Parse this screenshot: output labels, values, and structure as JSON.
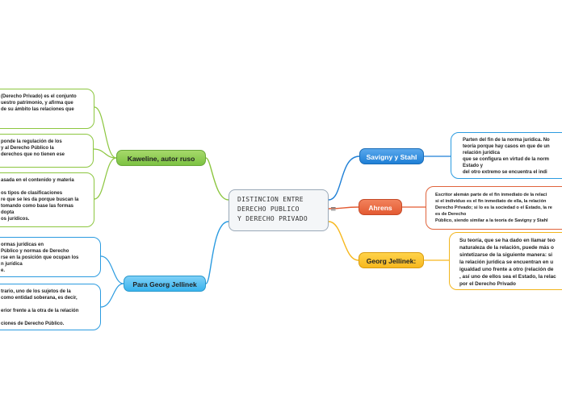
{
  "central": {
    "lines": [
      "DISTINCION ENTRE",
      "DERECHO PUBLICO",
      "Y DERECHO PRIVADO"
    ],
    "menu_glyph": "≡"
  },
  "topics": {
    "kaweline": "Kaweline, autor ruso",
    "georg_left": "Para Georg Jellinek",
    "savigny": "Savigny y Stahl",
    "ahrens": "Ahrens",
    "georg_right": "Georg Jellinek:"
  },
  "notes": {
    "kaw1": [
      "(Derecho Privado) es el conjunto",
      "uestro patrimonio, y afirma que",
      "de su ámbito las relaciones que"
    ],
    "kaw2": [
      "ponde la regulación de los",
      "y al Derecho Público la",
      "derechos que no tienen ese"
    ],
    "kaw3": [
      "asada en el contenido y materia",
      "",
      "os tipos de clasificaciones",
      "re que se les da porque buscan la",
      "tomando como base las formas",
      "dopta",
      "os jurídicos."
    ],
    "geo1": [
      "ormas jurídicas en",
      "Público y normas de Derecho",
      "rse en la posición que ocupan los",
      "n jurídica",
      "e."
    ],
    "geo2": [
      "trario, uno de los sujetos de la",
      "como entidad soberana, es decir,",
      "",
      "erior frente a la otra de la relación",
      "",
      "ciones de Derecho Público."
    ],
    "sav": [
      "Parten del fin de la norma jurídica. No",
      "teoría porque hay casos en que de un",
      "relación jurídica",
      "que se configura en virtud de la norm",
      "Estado y",
      "del otro extremo se encuentra el indi"
    ],
    "ahr": [
      "Escritor alemán parte de el fin inmediato de la relaci",
      "si el individuo es el fin inmediato de ella, la relación",
      "Derecho Privado; si lo es la sociedad o el Estado, la re",
      "es de Derecho",
      "Público, siendo similar a la teoría de  Savigny y Stahl"
    ],
    "jel": [
      "Su teoría, que se ha dado en llamar teo",
      "naturaleza de la relación, puede  más o",
      "sintetizarse de la siguiente manera: si",
      "la relación jurídica se encuentran en u",
      "igualdad uno frente a otro (relación de",
      ", así uno de ellos sea el Estado, la relac",
      "por el Derecho Privado"
    ]
  },
  "colors": {
    "green": "#8cc63f",
    "blue": "#2b9be0",
    "dark_blue": "#1e7fd6",
    "red": "#e35a32",
    "yellow": "#f7b81e"
  }
}
